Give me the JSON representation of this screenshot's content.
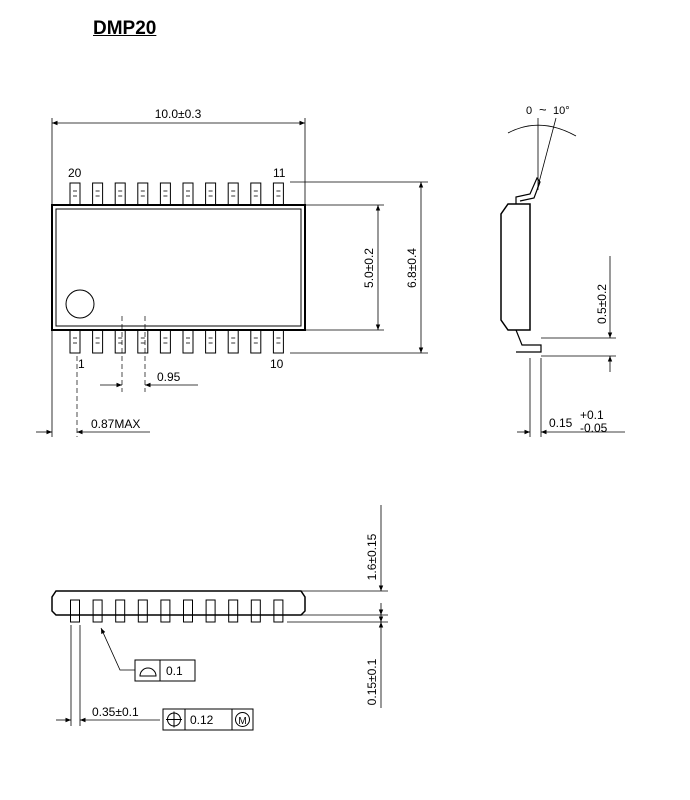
{
  "title": "DMP20",
  "top_view": {
    "pin_labels": {
      "pin20": "20",
      "pin11": "11",
      "pin1": "1",
      "pin10": "10"
    },
    "dims": {
      "body_length": "10.0±0.3",
      "body_width": "5.0±0.2",
      "overall_width": "6.8±0.4",
      "pitch": "0.95",
      "end_max": "0.87MAX"
    }
  },
  "side_view": {
    "angle_min": "0",
    "angle_tilde": "~",
    "angle_max": "10°",
    "lead_length": "0.5±0.2",
    "thickness_base": "0.15",
    "thickness_tol_plus": "+0.1",
    "thickness_tol_minus": "-0.05"
  },
  "front_view": {
    "height": "1.6±0.15",
    "standoff": "0.15±0.1",
    "lead_width": "0.35±0.1",
    "flatness": "0.1",
    "position_tol": "0.12",
    "mmc_symbol": "M"
  }
}
